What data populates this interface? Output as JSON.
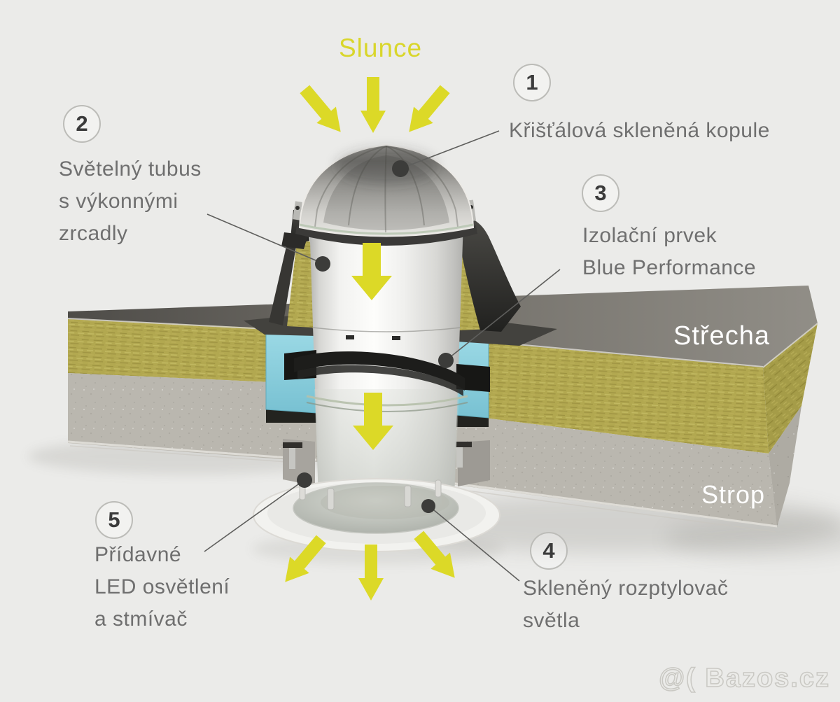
{
  "scene": {
    "sun_label": "Slunce",
    "roof_label": "Střecha",
    "ceiling_label": "Strop",
    "watermark": "@( Bazos.cz"
  },
  "callouts": [
    {
      "number": "1",
      "text": "Křišťálová skleněná kopule"
    },
    {
      "number": "2",
      "text": "Světelný tubus\ns výkonnými\nzrcadly"
    },
    {
      "number": "3",
      "text": "Izolační prvek\nBlue Performance"
    },
    {
      "number": "4",
      "text": "Skleněný rozptylovač\nsvětla"
    },
    {
      "number": "5",
      "text": "Přídavné\nLED osvětlení\na stmívač"
    }
  ],
  "icons": {
    "sun_rays_icon": "yellow-down-arrows",
    "light_path_icon": "yellow-down-arrows",
    "diffused_light_icon": "yellow-outward-arrows",
    "marker_dot_icon": "dark-dot"
  },
  "palette": {
    "background": "#ebebe9",
    "sun_yellow": "#d9d62b",
    "arrow_yellow": "#dcd927",
    "label_text": "#6f6f6f",
    "badge_number": "#3b3b3b",
    "badge_border": "#bcbcb8",
    "surface_label": "#ffffff",
    "insulation_blue": "#8ccfde",
    "mineral_wool": "#b2a850",
    "concrete": "#bab7af",
    "roof_membrane_dark": "#514f4a",
    "roof_membrane_light": "#8e8b84",
    "marker_dot": "#3c3c3a",
    "watermark_gray": "#c9c8c3"
  }
}
